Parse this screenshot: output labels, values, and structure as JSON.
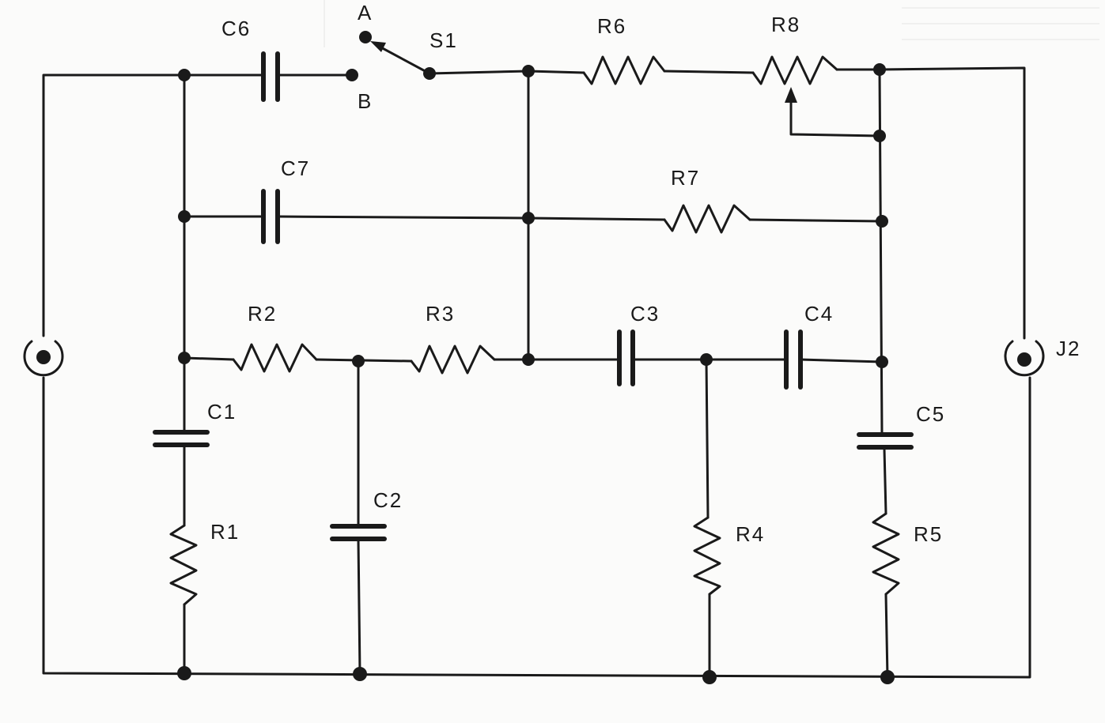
{
  "diagram": {
    "labels": {
      "C6": "C6",
      "A": "A",
      "B": "B",
      "S1": "S1",
      "R6": "R6",
      "R8": "R8",
      "C7": "C7",
      "R7": "R7",
      "R2": "R2",
      "R3": "R3",
      "C3": "C3",
      "C4": "C4",
      "J2": "J2",
      "C1": "C1",
      "C5": "C5",
      "C2": "C2",
      "R1": "R1",
      "R4": "R4",
      "R5": "R5"
    },
    "colors": {
      "ink": "#1a1a1a",
      "paper": "#fbfbfa"
    }
  }
}
